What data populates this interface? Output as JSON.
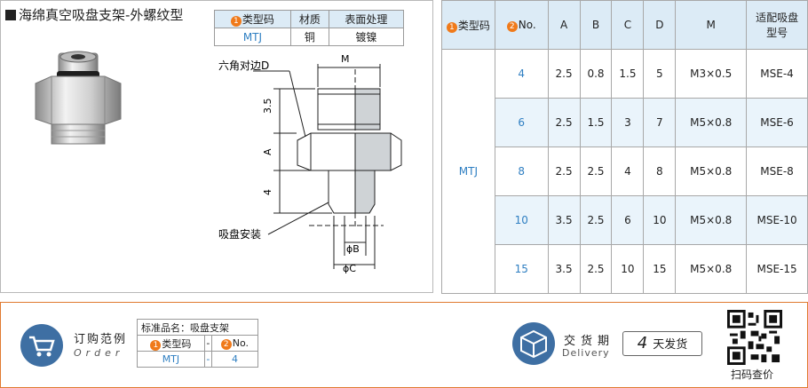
{
  "left": {
    "title": "海绵真空吸盘支架-外螺纹型",
    "material_table": {
      "headers": [
        "类型码",
        "材质",
        "表面处理"
      ],
      "header_num": "1",
      "row": [
        "MTJ",
        "铜",
        "镀镍"
      ]
    },
    "drawing": {
      "label_hex": "六角对边D",
      "label_sucker": "吸盘安装",
      "dim_m": "M",
      "dim_35": "3.5",
      "dim_a": "A",
      "dim_4": "4",
      "dim_b": "ϕB",
      "dim_c": "ϕC"
    }
  },
  "spec": {
    "headers": [
      "类型码",
      "No.",
      "A",
      "B",
      "C",
      "D",
      "M",
      "适配吸盘型号"
    ],
    "header_num_1": "1",
    "header_num_2": "2",
    "type_code": "MTJ",
    "rows": [
      {
        "no": "4",
        "a": "2.5",
        "b": "0.8",
        "c": "1.5",
        "d": "5",
        "m": "M3×0.5",
        "suction": "MSE-4"
      },
      {
        "no": "6",
        "a": "2.5",
        "b": "1.5",
        "c": "3",
        "d": "7",
        "m": "M5×0.8",
        "suction": "MSE-6"
      },
      {
        "no": "8",
        "a": "2.5",
        "b": "2.5",
        "c": "4",
        "d": "8",
        "m": "M5×0.8",
        "suction": "MSE-8"
      },
      {
        "no": "10",
        "a": "3.5",
        "b": "2.5",
        "c": "6",
        "d": "10",
        "m": "M5×0.8",
        "suction": "MSE-10"
      },
      {
        "no": "15",
        "a": "3.5",
        "b": "2.5",
        "c": "10",
        "d": "15",
        "m": "M5×0.8",
        "suction": "MSE-15"
      }
    ]
  },
  "order": {
    "title": "订购范例",
    "subtitle": "Order",
    "std_label": "标准品名：吸盘支架",
    "col1": "类型码",
    "col2": "-",
    "col3": "No.",
    "num1": "1",
    "num2": "2",
    "val1": "MTJ",
    "val2": "-",
    "val3": "4"
  },
  "delivery": {
    "title": "交货期",
    "subtitle": "Delivery",
    "days": "4",
    "unit": "天发货"
  },
  "qr": {
    "label": "扫码查价"
  },
  "colors": {
    "accent_orange": "#f07a1a",
    "accent_blue": "#2f7fc2",
    "header_bg": "#dcebf6",
    "icon_blue": "#3e6fa3"
  }
}
